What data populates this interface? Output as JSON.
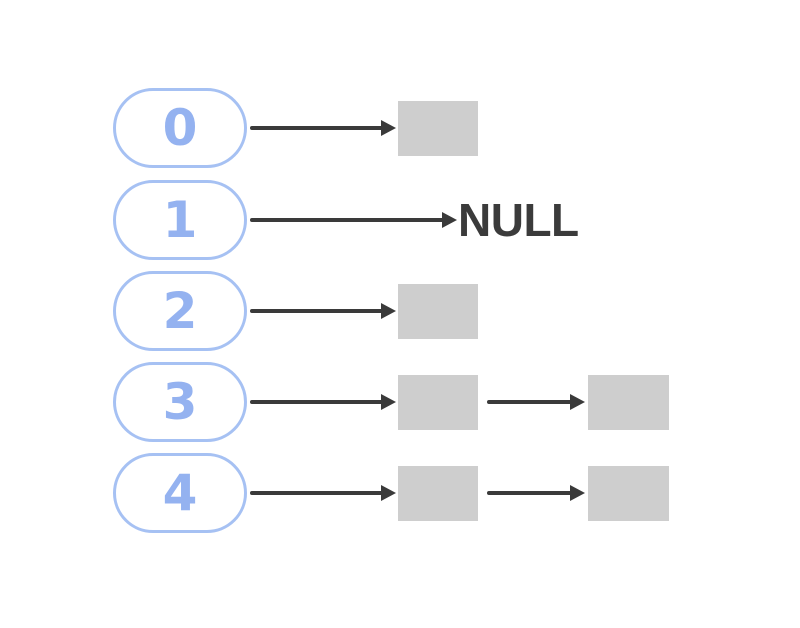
{
  "colors": {
    "pill_border": "#a6c1f3",
    "index_text": "#94b2f0",
    "node_fill": "#cecece",
    "arrow": "#3a3a3a",
    "null_text": "#3b3b3b",
    "background": "#ffffff"
  },
  "rows": [
    {
      "index": "0",
      "nodes": 1
    },
    {
      "index": "1",
      "nodes": 0,
      "label": "NULL"
    },
    {
      "index": "2",
      "nodes": 1
    },
    {
      "index": "3",
      "nodes": 2
    },
    {
      "index": "4",
      "nodes": 2
    }
  ]
}
